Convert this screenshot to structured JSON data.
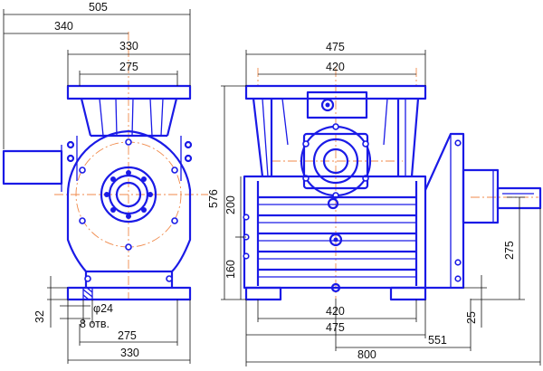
{
  "dimensions": {
    "left_overall_width": "505",
    "left_to_axis": "340",
    "left_top_flange": "330",
    "left_top_holes": "275",
    "left_base_thickness": "32",
    "left_hole_dia": "φ24",
    "left_hole_count": "8 отв.",
    "left_base_holes": "275",
    "left_base_width": "330",
    "right_top_flange": "475",
    "right_top_holes": "420",
    "right_overall_height": "576",
    "right_mid_height": "200",
    "right_axis_height": "160",
    "right_shaft_height": "275",
    "right_base_holes": "420",
    "right_base_width": "475",
    "right_to_shaft_axis": "551",
    "right_overall_length": "800",
    "right_base_thickness": "25"
  },
  "colors": {
    "part_outline": "#1a1ae6",
    "centerline": "#f08a4b",
    "dimension": "#111111"
  }
}
